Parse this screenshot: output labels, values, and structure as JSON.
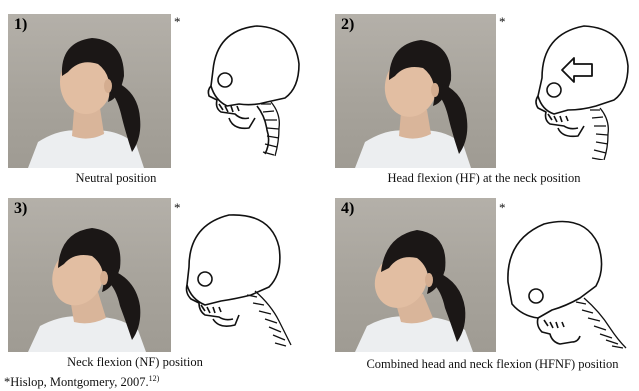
{
  "panels": [
    {
      "number": "1)",
      "photo_star": "*",
      "caption": "Neutral position",
      "posture": "neutral"
    },
    {
      "number": "2)",
      "photo_star": "*",
      "caption": "Head flexion (HF) at the neck position",
      "posture": "head-flexion",
      "arrow": true
    },
    {
      "number": "3)",
      "photo_star": "*",
      "caption": "Neck flexion (NF) position",
      "posture": "neck-flexion"
    },
    {
      "number": "4)",
      "photo_star": "*",
      "caption": "Combined head and neck flexion (HFNF) position",
      "posture": "combined-flexion"
    }
  ],
  "citation": {
    "text": "*Hislop, Montgomery, 2007.",
    "superscript": "12)"
  }
}
